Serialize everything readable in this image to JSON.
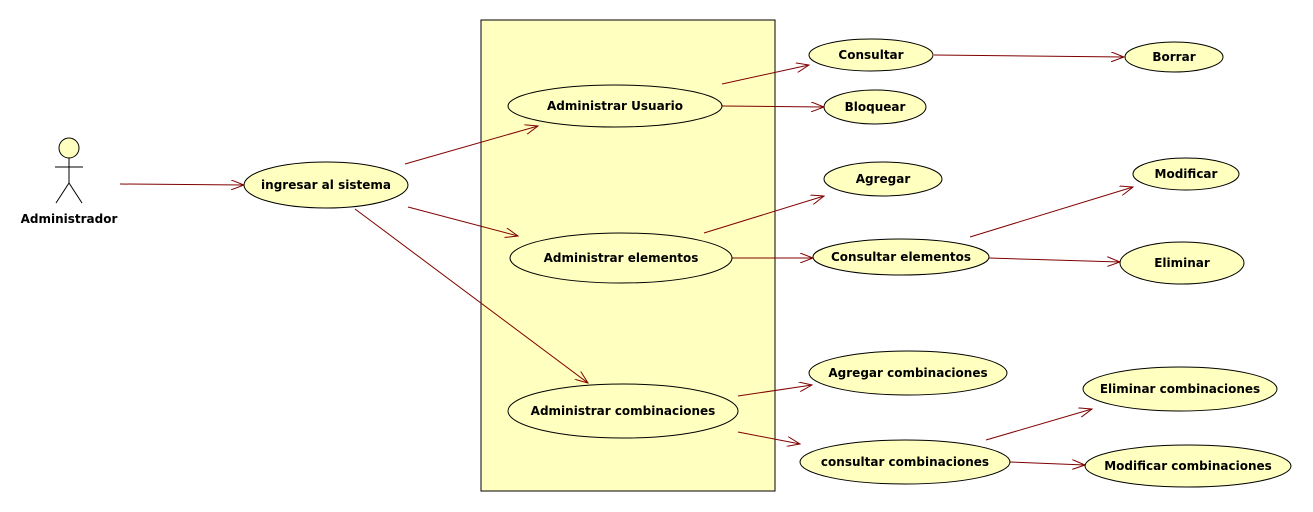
{
  "colors": {
    "fill": "#FFFFC0",
    "stroke": "#000000",
    "edge": "#800000",
    "background": "#FFFFFF"
  },
  "actor": {
    "label": "Administrador"
  },
  "use_cases": {
    "ingresar": "ingresar al sistema",
    "adm_usuario": "Administrar Usuario",
    "adm_elementos": "Administrar elementos",
    "adm_combinaciones": "Administrar combinaciones",
    "consultar": "Consultar",
    "borrar": "Borrar",
    "bloquear": "Bloquear",
    "agregar": "Agregar",
    "consultar_elementos": "Consultar elementos",
    "modificar": "Modificar",
    "eliminar": "Eliminar",
    "agregar_combinaciones": "Agregar combinaciones",
    "consultar_combinaciones": "consultar combinaciones",
    "eliminar_combinaciones": "Eliminar combinaciones",
    "modificar_combinaciones": "Modificar combinaciones"
  }
}
